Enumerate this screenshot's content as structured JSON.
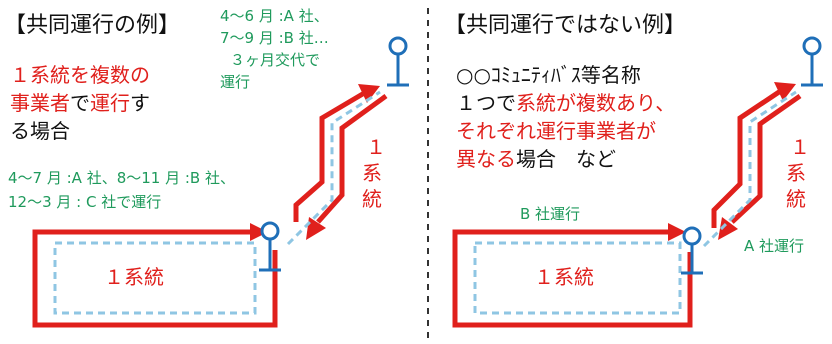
{
  "left": {
    "heading": "【共同運行の例】",
    "desc_line1_red": "１系統を複数の",
    "desc_line2_red1": "事業者",
    "desc_line2_black": "で",
    "desc_line2_red2": "運行",
    "desc_line2_black2": "す",
    "desc_line3": "る場合",
    "note_top": [
      "4～6 月 :A 社、",
      "7～9 月 :B 社…",
      "３ヶ月交代で",
      "運行"
    ],
    "note_bottom": [
      "4～7 月 :A 社、8～11 月 :B 社、",
      "12～3 月 : C 社で運行"
    ],
    "route_label": "１系統",
    "vertical_label": [
      "１",
      "系",
      "統"
    ]
  },
  "right": {
    "heading": "【共同運行ではない例】",
    "line1": "○○ｺﾐｭﾆﾃｨﾊﾞｽ等名称",
    "line2_black": "１つで",
    "line2_red": "系統が複数あり、",
    "line3_red": "それぞれ運行事業者が",
    "line4_red": "異なる",
    "line4_black": "場合　など",
    "b_label": "B 社運行",
    "a_label": "A 社運行",
    "route_label": "１系統",
    "vertical_label": [
      "１",
      "系",
      "統"
    ]
  },
  "colors": {
    "route_red": "#e0201c",
    "dashed_blue": "#8fc6e3",
    "stop_blue": "#1f6fb8",
    "label_green": "#1f9a5c",
    "divider": "#333333"
  }
}
